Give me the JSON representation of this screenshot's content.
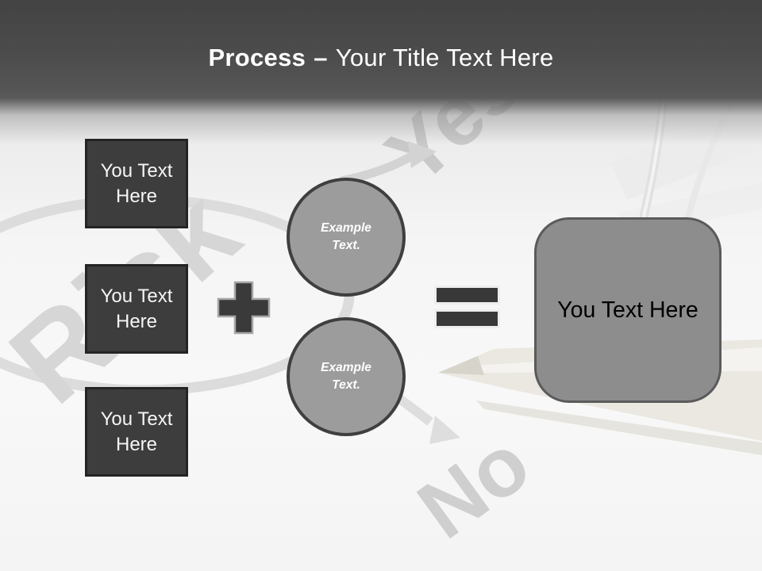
{
  "slide": {
    "title": {
      "bold": "Process",
      "separator": "–",
      "rest": "Your Title Text Here"
    }
  },
  "input_boxes": [
    "You Text Here",
    "You Text Here",
    "You Text Here"
  ],
  "example_circles": [
    "Example Text.",
    "Example Text."
  ],
  "result_box": {
    "label": "You Text Here"
  },
  "operators": {
    "plus": "plus",
    "equals": "equals"
  },
  "watermarks": {
    "risk": "Risk",
    "yes": "Yes",
    "no": "No"
  },
  "colors": {
    "header_top": "#434343",
    "header_bottom": "#5a5a5a",
    "title_text": "#ffffff",
    "box_fill": "#3d3d3d",
    "box_border": "#242424",
    "box_text": "#f5f5f5",
    "circle_fill": "#9c9c9c",
    "circle_border": "#3f3f3f",
    "operator_fill": "#3a3a3a",
    "equals_border": "#eeeeee",
    "result_fill": "#8d8d8d",
    "result_border": "#5a5a5a",
    "result_text": "#000000",
    "watermark_gray": "#d6d6d6"
  }
}
